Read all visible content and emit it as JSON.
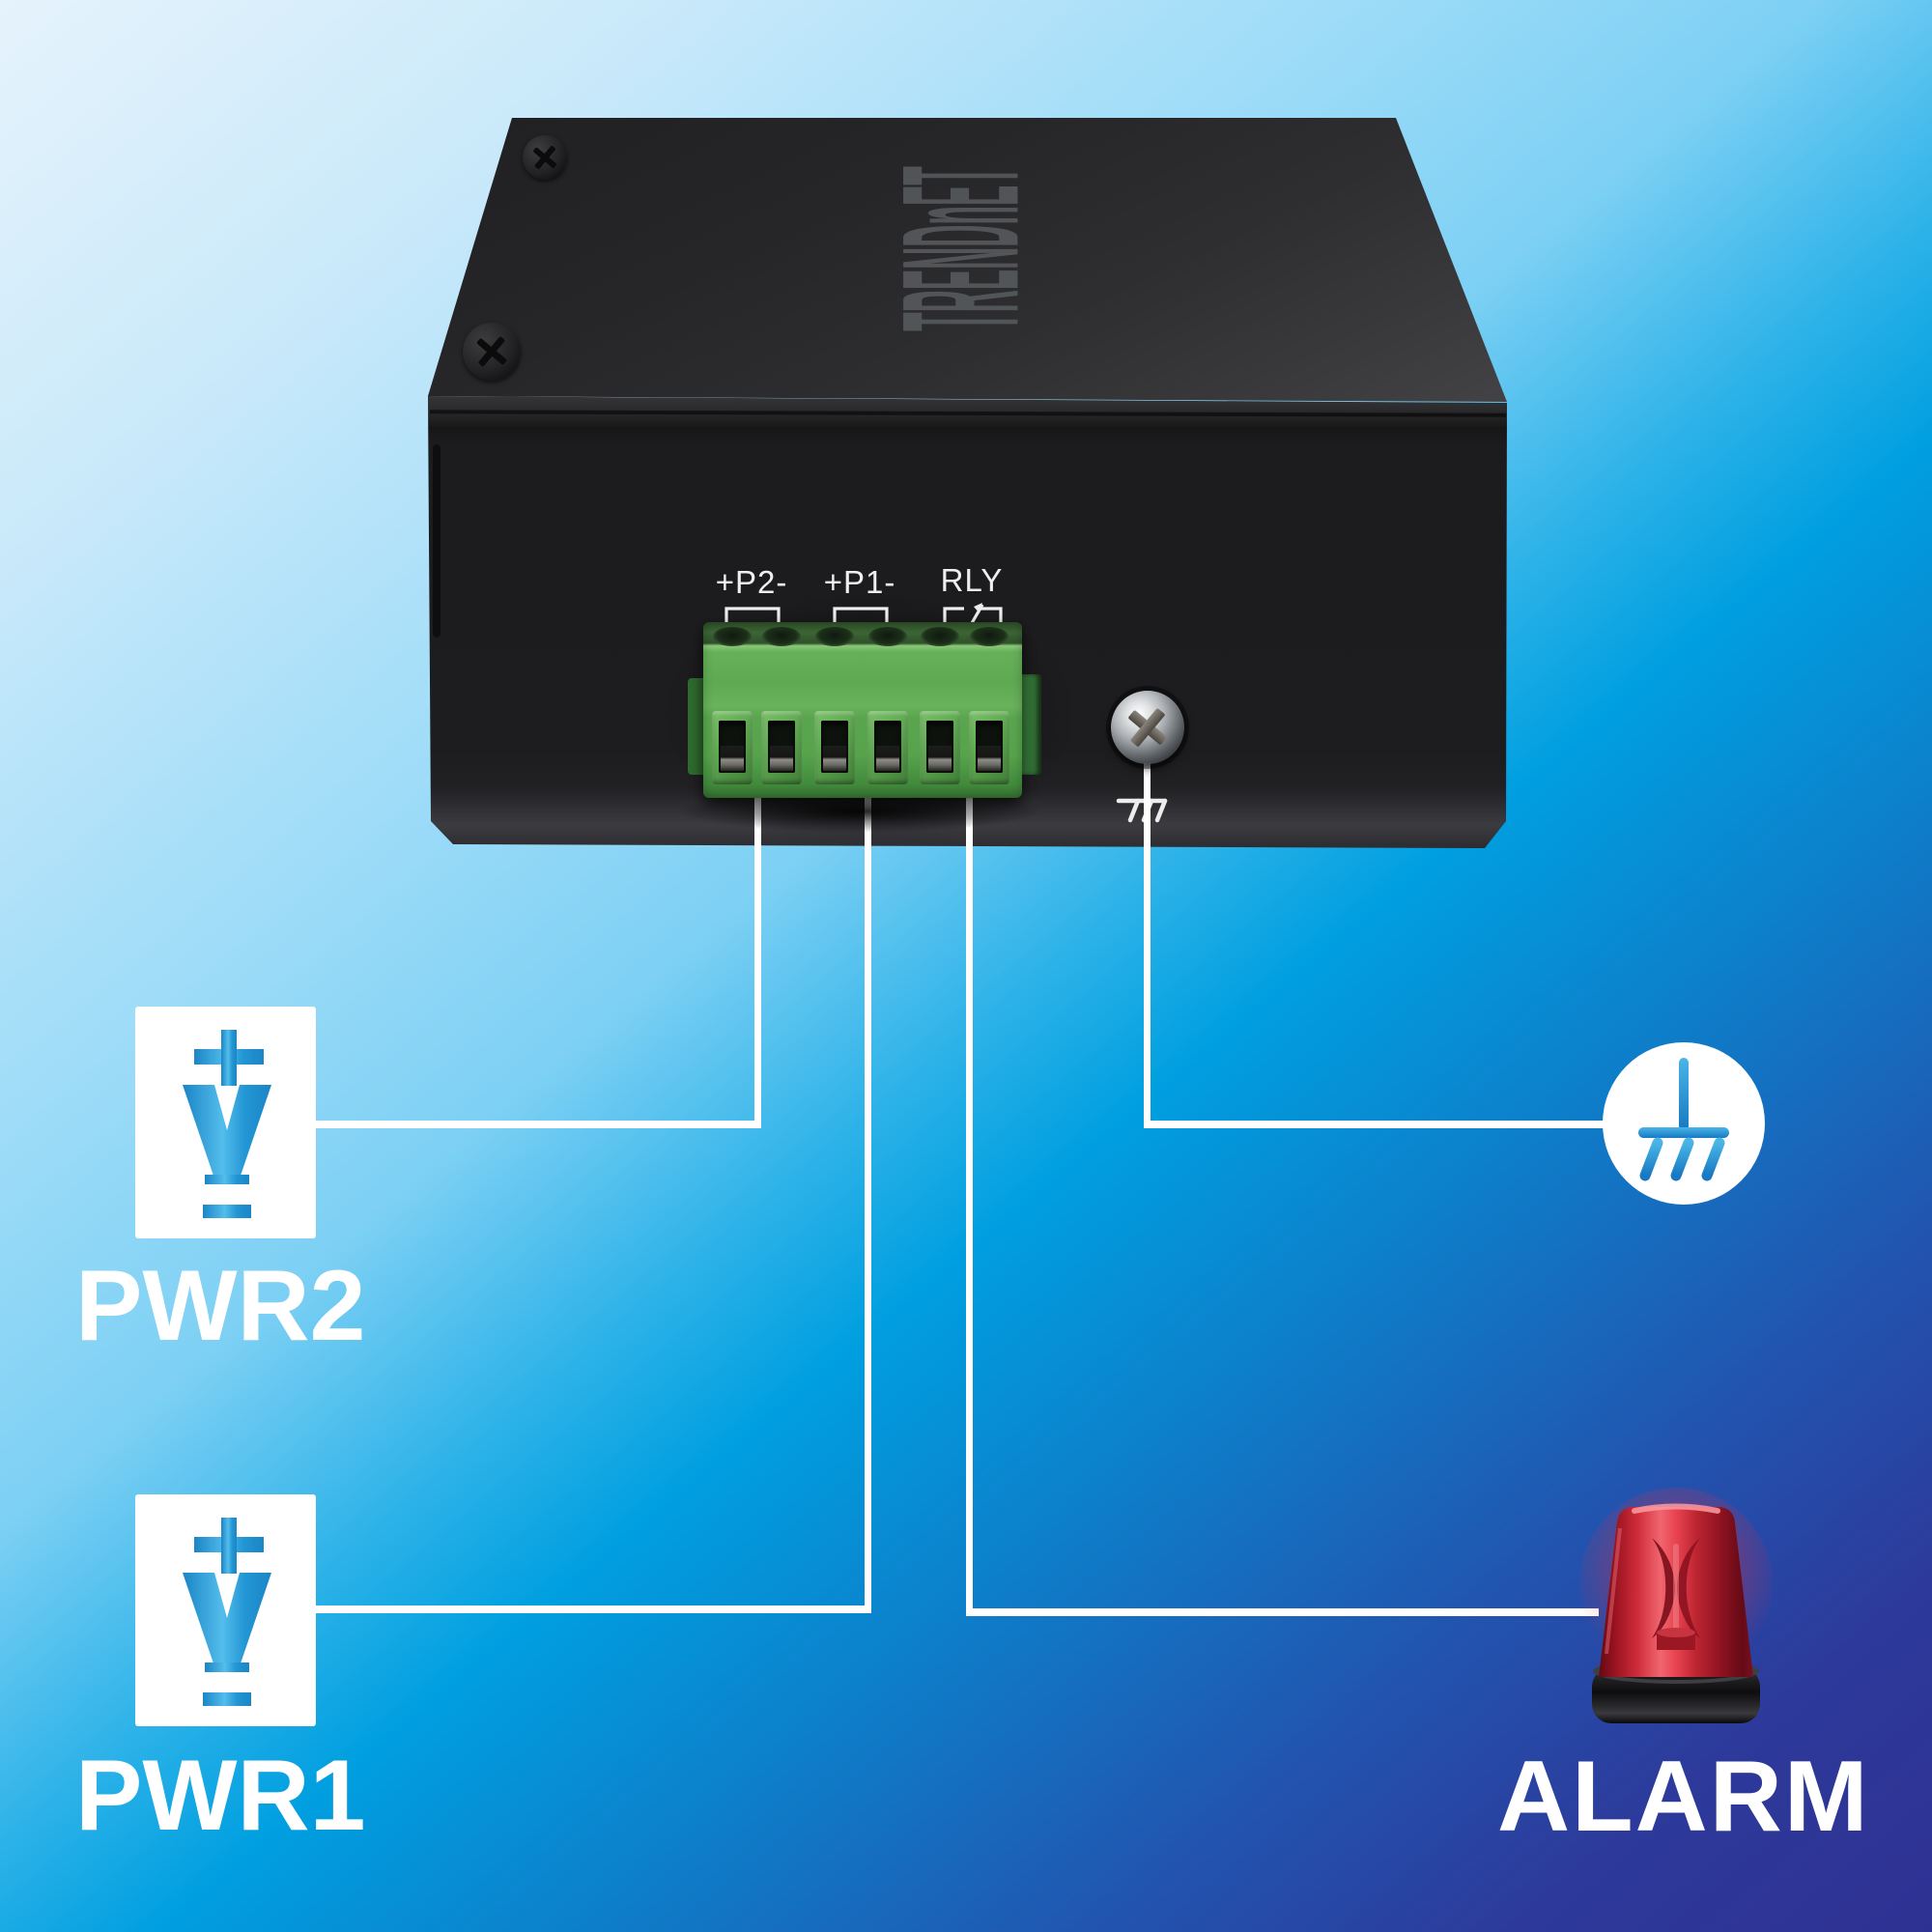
{
  "meta": {
    "description": "Industrial switch rear terminal block wiring diagram"
  },
  "device": {
    "brand_logo": "TRENDnET",
    "terminal_labels": [
      {
        "text": "+P2-"
      },
      {
        "text": "+P1-"
      },
      {
        "text": "RLY"
      }
    ],
    "terminal_count": 6,
    "chassis_ground": "grounding-screw"
  },
  "connections": [
    {
      "id": "pwr2",
      "label": "PWR2",
      "icon": "dc-power-source-icon",
      "terminal": "+P2-"
    },
    {
      "id": "pwr1",
      "label": "PWR1",
      "icon": "dc-power-source-icon",
      "terminal": "+P1-"
    },
    {
      "id": "ground",
      "label": "",
      "icon": "earth-ground-icon",
      "terminal": "grounding-screw"
    },
    {
      "id": "alarm",
      "label": "ALARM",
      "icon": "alarm-beacon-icon",
      "terminal": "RLY"
    }
  ],
  "colors": {
    "background_top_left": "#e6f3fc",
    "background_mid": "#009fe0",
    "background_bottom_right": "#2e3192",
    "accent_blue": "#2d9ed8",
    "alarm_red": "#d92b38",
    "terminal_green": "#5aa64f",
    "wire_white": "#ffffff",
    "chassis_black": "#1d1d1f"
  }
}
